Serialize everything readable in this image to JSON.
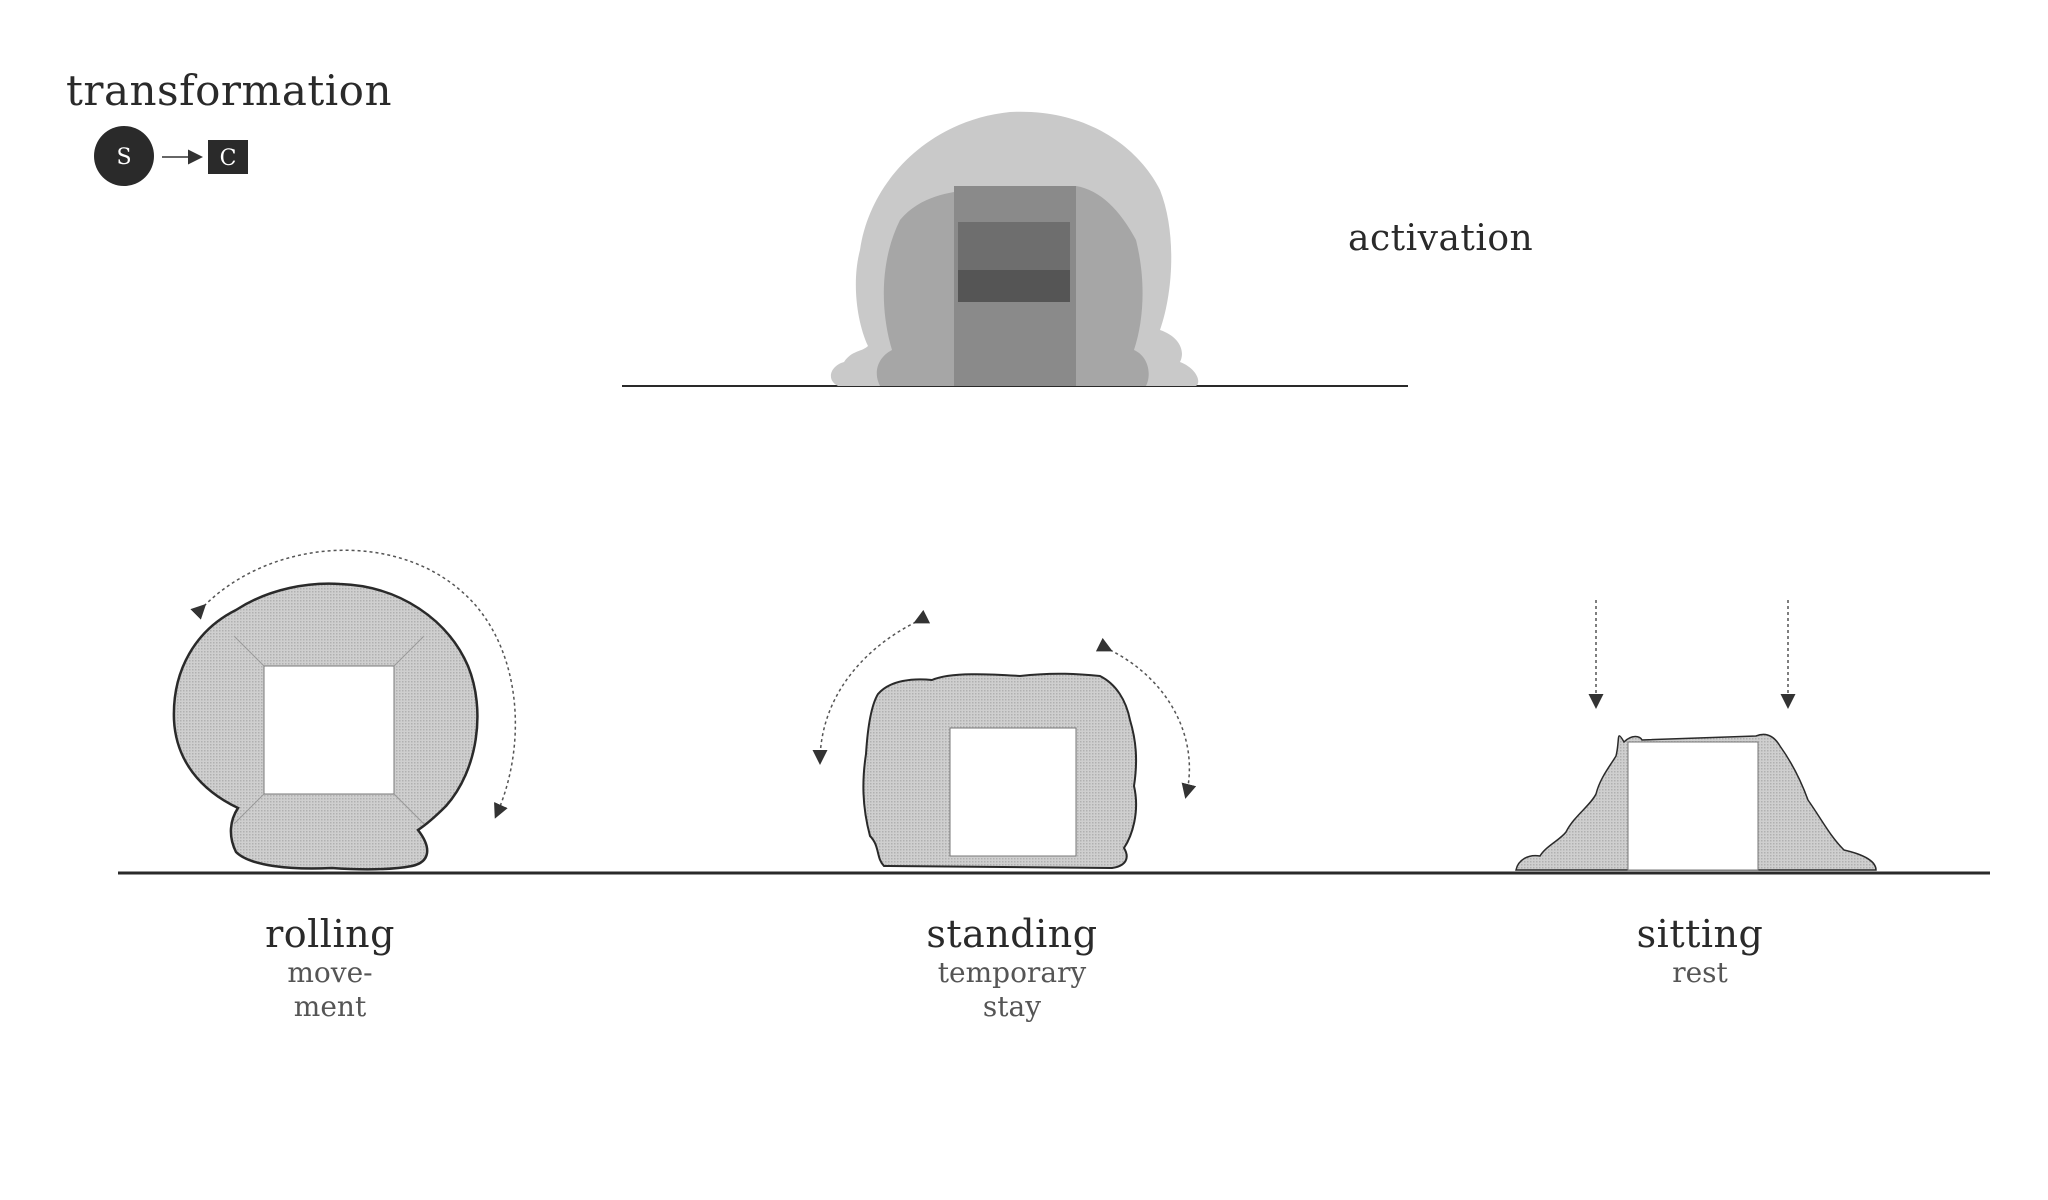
{
  "title": "transformation",
  "legend": {
    "from_letter": "S",
    "to_letter": "C"
  },
  "top_state": {
    "label": "activation"
  },
  "states": [
    {
      "title": "rolling",
      "subtitle_lines": [
        "move-",
        "ment"
      ]
    },
    {
      "title": "standing",
      "subtitle_lines": [
        "temporary",
        "stay"
      ]
    },
    {
      "title": "sitting",
      "subtitle_lines": [
        "rest"
      ]
    }
  ],
  "colors": {
    "ink": "#2a2a2a",
    "fill_light": "#c8c8c8",
    "fill_mid": "#9a9a9a",
    "fill_dark": "#6a6a6a",
    "fill_darker": "#4a4a4a"
  }
}
